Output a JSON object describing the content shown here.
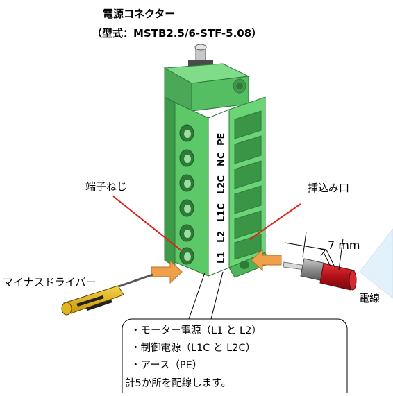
{
  "title": {
    "line1": "電源コネクター",
    "line2": "（型式：MSTB2.5/6-STF-5.08）"
  },
  "terminal_labels": [
    "L1",
    "L2",
    "L1C",
    "L2C",
    "NC",
    "PE"
  ],
  "labels": {
    "screw": "端子ねじ",
    "insert_slot": "挿込み口",
    "screwdriver": "マイナスドライバー",
    "wire": "電線",
    "strip_length": "7 mm"
  },
  "note": {
    "lines": [
      "・モーター電源（L1 と L2）",
      "・制御電源（L1C と L2C）",
      "・アース（PE）",
      "計5か所を配線します。"
    ]
  },
  "colors": {
    "connector_green": "#5fc96a",
    "connector_dark": "#3e9a4a",
    "arrow_orange": "#f0a04b",
    "leader_red": "#e0201b",
    "wire_red": "#c8141e",
    "driver_yellow": "#f2c21a"
  }
}
